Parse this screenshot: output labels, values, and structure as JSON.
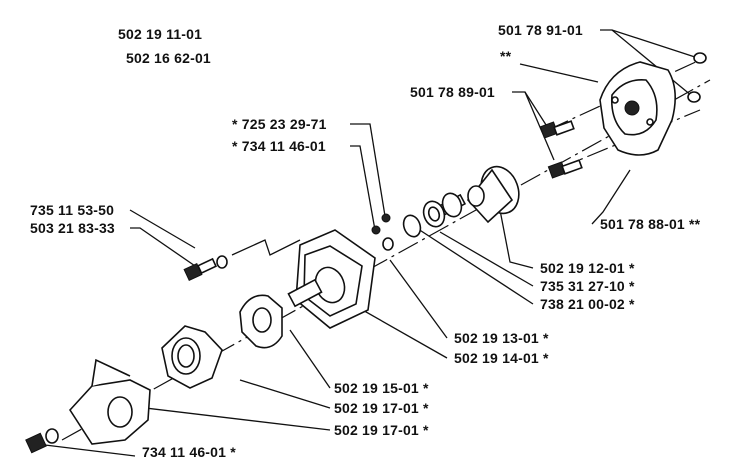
{
  "labels": {
    "top_left_1": "502 19 11-01",
    "top_left_2": "502 16 62-01",
    "p_501789101": "501 78 91-01",
    "p_double_star": "**",
    "p_501788901": "501 78 89-01",
    "p_725232971": "* 725 23 29-71",
    "p_734114601_top": "* 734 11 46-01",
    "p_735115350": "735 11 53-50",
    "p_503218333": "503 21 83-33",
    "p_501788801": "501 78 88-01  **",
    "p_502191201": "502 19 12-01  *",
    "p_735312710": "735 31 27-10  *",
    "p_738210002": "738 21 00-02  *",
    "p_502191301": "502 19 13-01  *",
    "p_502191401": "502 19 14-01  *",
    "p_502191501": "502 19 15-01  *",
    "p_502191701_a": "502 19 17-01  *",
    "p_502191701_b": "502 19 17-01  *",
    "p_734114601_bottom": "734 11 46-01  *"
  }
}
